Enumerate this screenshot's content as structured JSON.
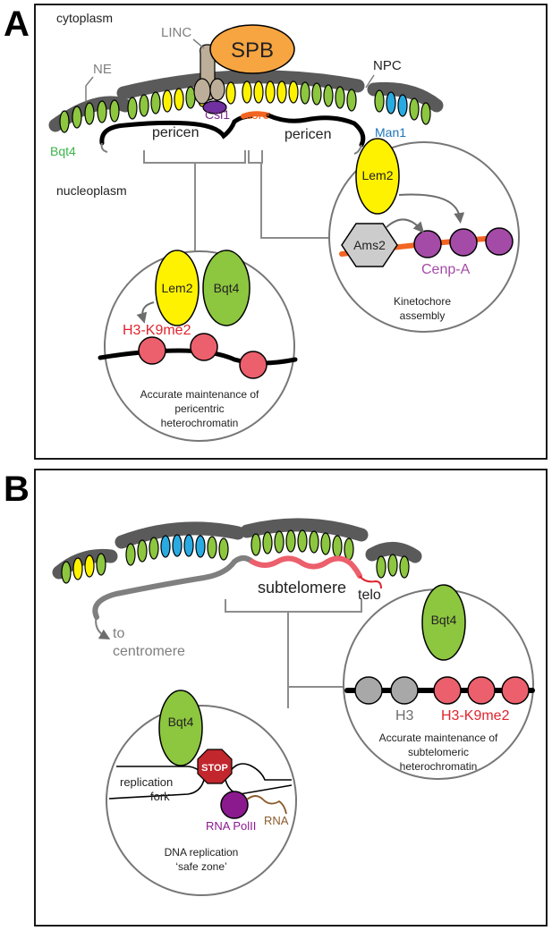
{
  "panel_a": {
    "letter": "A",
    "compartments": {
      "cytoplasm": "cytoplasm",
      "nucleoplasm": "nucleoplasm"
    },
    "labels": {
      "linc": "LINC",
      "spb": "SPB",
      "ne": "NE",
      "npc": "NPC",
      "csi1": "Csi1",
      "core": "core",
      "pericen_left": "pericen",
      "pericen_right": "pericen",
      "bqt4": "Bqt4",
      "man1": "Man1"
    },
    "kinetochore_inset": {
      "lem2": "Lem2",
      "ams2": "Ams2",
      "cenpa": "Cenp-A",
      "caption_line1": "Kinetochore",
      "caption_line2": "assembly"
    },
    "pericentric_inset": {
      "lem2": "Lem2",
      "bqt4": "Bqt4",
      "mark": "H3-K9me2",
      "caption_line1": "Accurate maintenance of",
      "caption_line2": "pericentric",
      "caption_line3": "heterochromatin"
    }
  },
  "panel_b": {
    "letter": "B",
    "labels": {
      "subtelomere": "subtelomere",
      "telo": "telo",
      "to": "to",
      "centromere": "centromere"
    },
    "subtelomeric_inset": {
      "bqt4": "Bqt4",
      "h3": "H3",
      "mark": "H3-K9me2",
      "caption_line1": "Accurate maintenance of",
      "caption_line2": "subtelomeric",
      "caption_line3": "heterochromatin"
    },
    "replication_inset": {
      "bqt4": "Bqt4",
      "stop": "STOP",
      "fork_line1": "replication",
      "fork_line2": "fork",
      "polii": "RNA PolII",
      "rna": "RNA",
      "caption_line1": "DNA replication",
      "caption_line2": "‘safe zone’"
    }
  },
  "colors": {
    "membrane": "#5a5a5a",
    "green": "#8dc63f",
    "yellow": "#fff200",
    "blue": "#29abe2",
    "spb": "#f7a541",
    "linc": "#bcae98",
    "csi1": "#7030a0",
    "core": "#f26522",
    "cenpa": "#a44ba7",
    "nucleosome_red": "#ec5f6c",
    "nucleosome_grey": "#a8a8a8",
    "ams2": "#cccccc",
    "stop": "#c1272d",
    "polii": "#8b1a8f",
    "label_green": "#39b54a",
    "label_blue": "#1c75bc",
    "label_purple": "#7b2a8a",
    "label_orange": "#f26522",
    "label_red": "#e0242e",
    "label_grey": "#6d6d6d",
    "rna": "#8b5a2b"
  }
}
